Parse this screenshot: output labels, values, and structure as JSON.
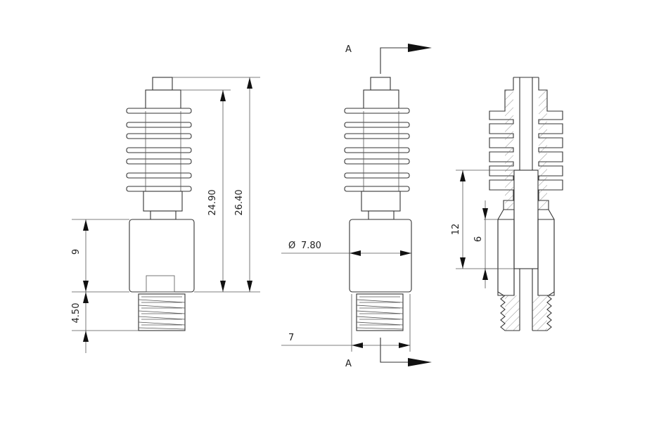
{
  "drawing": {
    "view_labels": {
      "section_top": "A",
      "section_bottom": "A"
    },
    "dimensions": {
      "total_length": "26.40",
      "upper_length": "24.90",
      "body_height": "9",
      "thread_length": "4.50",
      "body_diameter": "7.80",
      "diameter_symbol": "Ø",
      "thread_width": "7",
      "bore_length": "12",
      "bore_inner": "6"
    }
  }
}
